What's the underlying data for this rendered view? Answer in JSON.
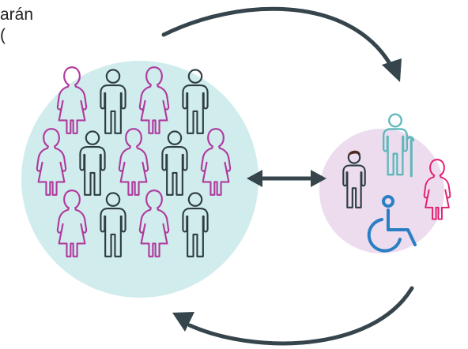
{
  "corner_text": {
    "line1": "arán",
    "line2": "("
  },
  "colors": {
    "big_circle": "#d0ecec",
    "small_circle": "#ecdcee",
    "magenta_figure": "#b03a9e",
    "dark_figure": "#2f3d42",
    "teal_figure": "#5fb8bb",
    "blue_figure": "#2a7ec3",
    "pink_figure": "#e01f70",
    "brown_figure": "#4a2a20",
    "arrow": "#36454c"
  },
  "icons": {
    "large_group": "people-group-icon",
    "small_group": "diverse-group-icon",
    "wheelchair": "wheelchair-icon",
    "connection": "double-arrow-icon",
    "cycle_top": "curved-arrow-icon",
    "cycle_bottom": "curved-arrow-icon"
  },
  "large_group": {
    "rows": [
      [
        "woman",
        "man",
        "woman",
        "man"
      ],
      [
        "woman",
        "man",
        "woman",
        "man",
        "woman"
      ],
      [
        "woman",
        "man",
        "woman",
        "man"
      ]
    ]
  }
}
